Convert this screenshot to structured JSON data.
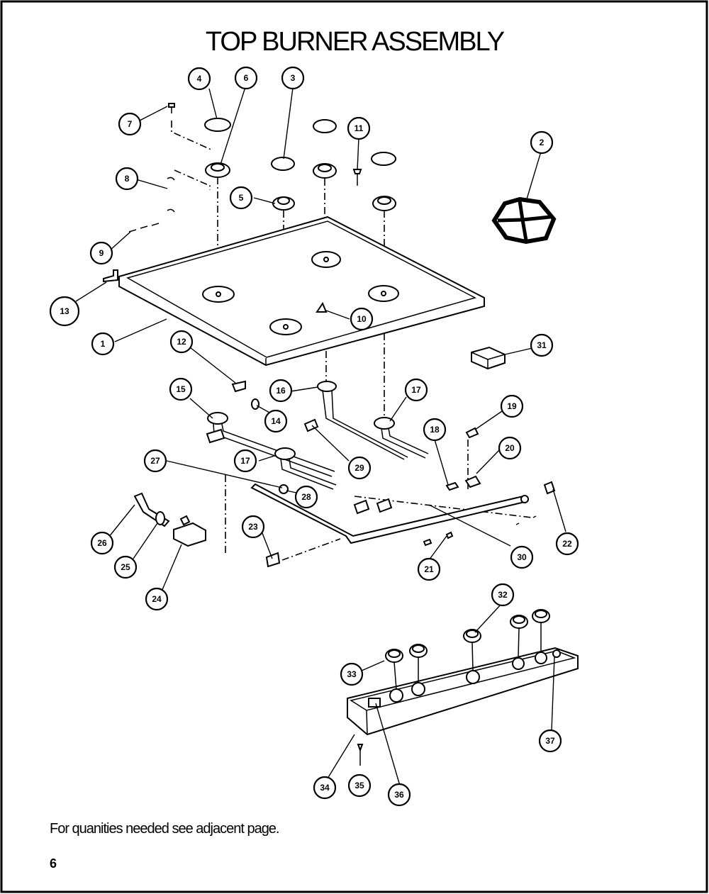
{
  "title": "TOP BURNER ASSEMBLY",
  "footnote": "For quanities needed see adjacent page.",
  "page_number": "6",
  "callouts": [
    "1",
    "2",
    "3",
    "4",
    "5",
    "6",
    "7",
    "8",
    "9",
    "10",
    "11",
    "12",
    "13",
    "14",
    "15",
    "16",
    "17",
    "17",
    "18",
    "19",
    "20",
    "21",
    "22",
    "23",
    "24",
    "25",
    "26",
    "27",
    "28",
    "29",
    "30",
    "31",
    "32",
    "33",
    "34",
    "35",
    "36",
    "37"
  ]
}
